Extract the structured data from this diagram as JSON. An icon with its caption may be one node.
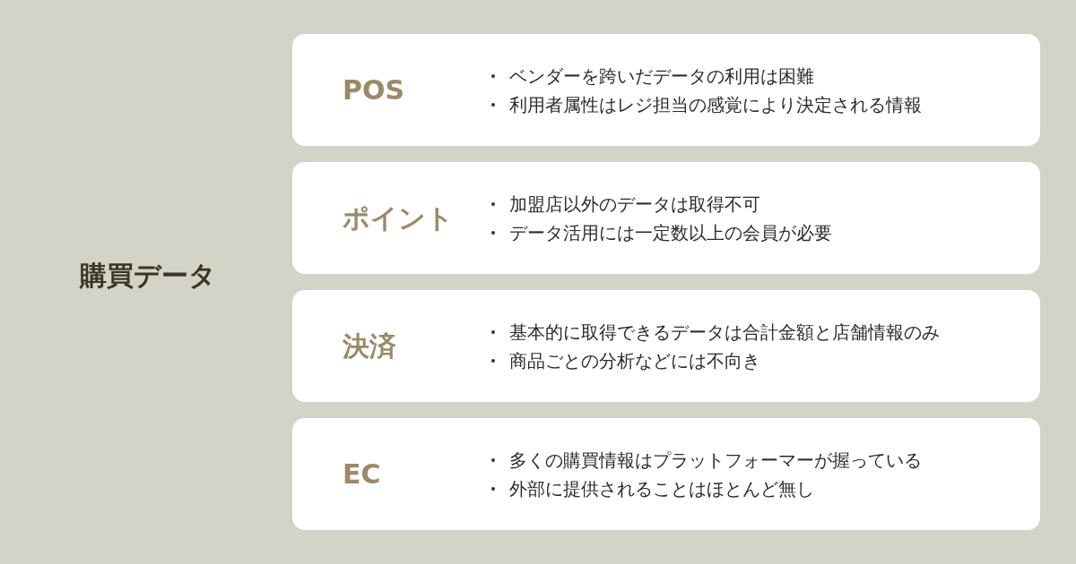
{
  "diagram": {
    "title": "購買データ",
    "nodes": [
      {
        "text": [
          "POS",
          "ベンダーを跨いだデータの利用は困難",
          "利用者属性はレジ担当の感覚により決定される情報"
        ]
      },
      {
        "text": [
          "ポイント",
          "加盟店以外のデータは取得不可",
          "データ活用には一定数以上の会員が必要"
        ]
      },
      {
        "text": [
          "決済",
          "基本的に取得できるデータは合計金額と店舗情報のみ",
          "商品ごとの分析などには不向き"
        ]
      },
      {
        "text": [
          "EC",
          "多くの購買情報はプラットフォーマーが握っている",
          "外部に提供されることはほとんど無し"
        ]
      }
    ]
  }
}
